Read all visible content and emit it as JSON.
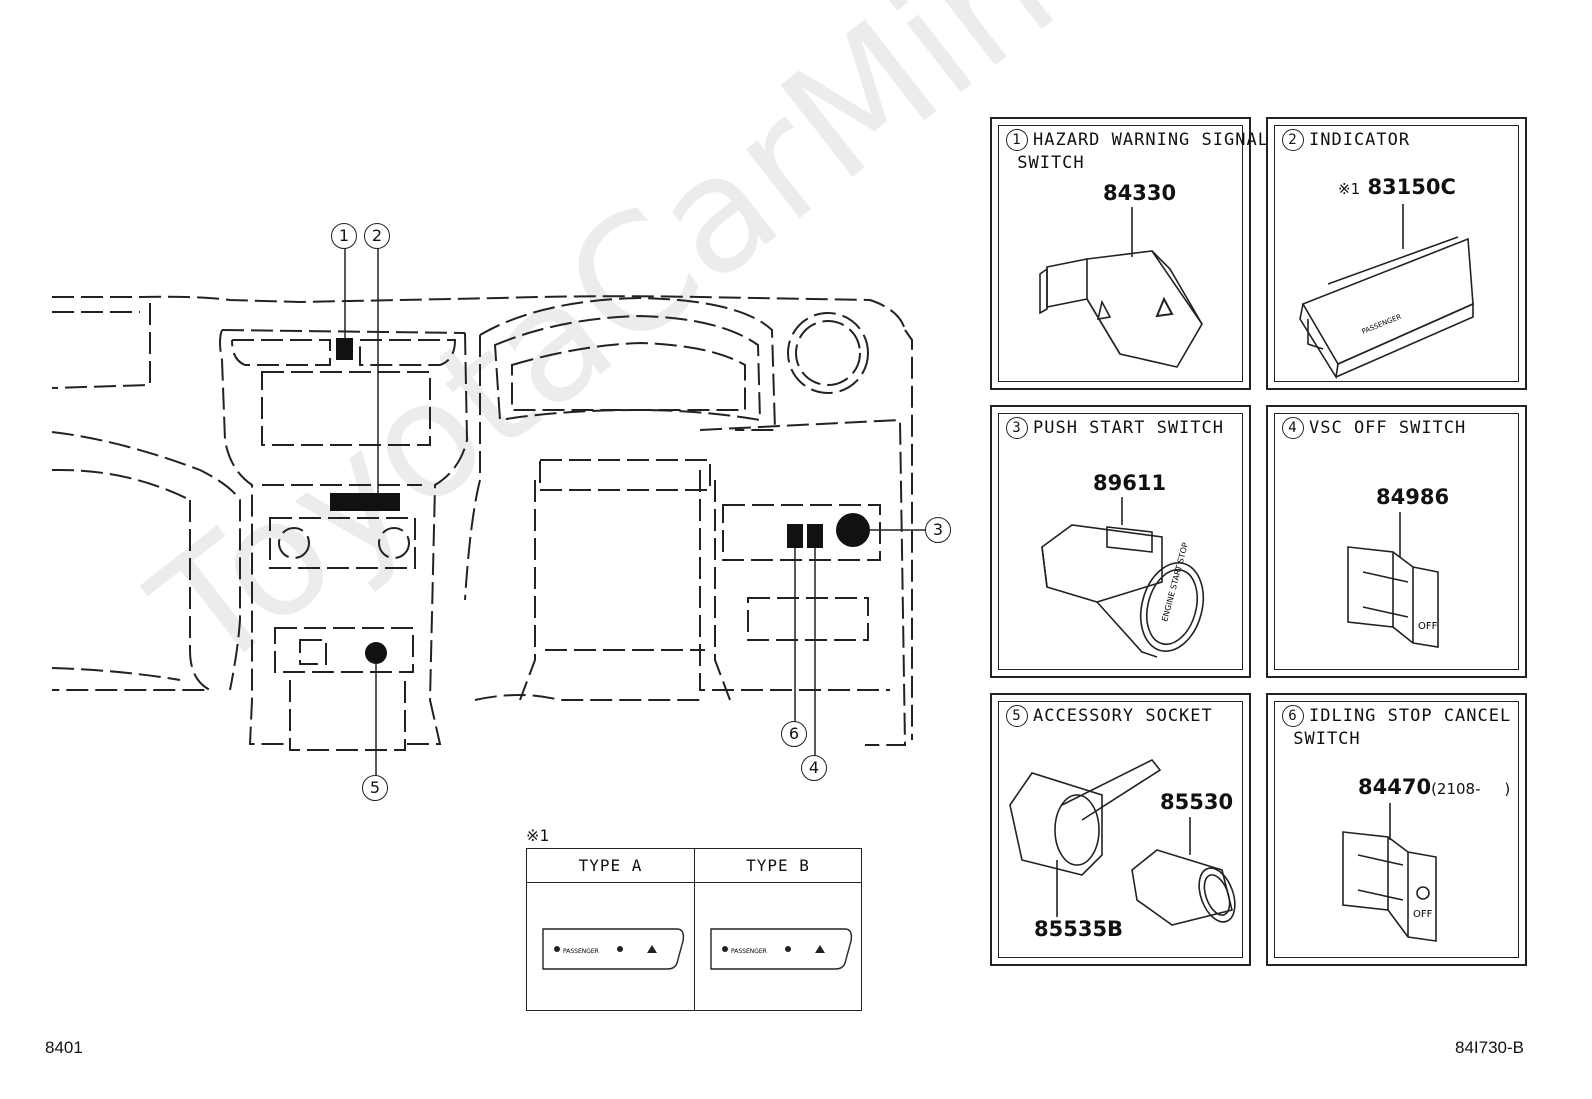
{
  "watermark": "ToyotaCarMine.ru",
  "callouts": [
    "1",
    "2",
    "3",
    "4",
    "5",
    "6"
  ],
  "panels": [
    {
      "num": "1",
      "title": "HAZARD WARNING SIGNAL\n SWITCH",
      "part": "84330",
      "note": ""
    },
    {
      "num": "2",
      "title": "INDICATOR",
      "part": "83150C",
      "note": "※1"
    },
    {
      "num": "3",
      "title": "PUSH START SWITCH",
      "part": "89611",
      "note": ""
    },
    {
      "num": "4",
      "title": "VSC OFF SWITCH",
      "part": "84986",
      "note": ""
    },
    {
      "num": "5",
      "title": "ACCESSORY SOCKET",
      "part": "85530",
      "part2": "85535B",
      "note": ""
    },
    {
      "num": "6",
      "title": "IDLING STOP CANCEL\n SWITCH",
      "part": "84470",
      "part_suffix": "(2108-     )",
      "note": ""
    }
  ],
  "type_table": {
    "note": "※1",
    "col_a": "TYPE A",
    "col_b": "TYPE B",
    "label_passenger": "PASSENGER"
  },
  "switch_text": {
    "engine": "ENGINE START STOP",
    "off": "OFF"
  },
  "footer": {
    "left": "8401",
    "right": "84I730-B"
  }
}
